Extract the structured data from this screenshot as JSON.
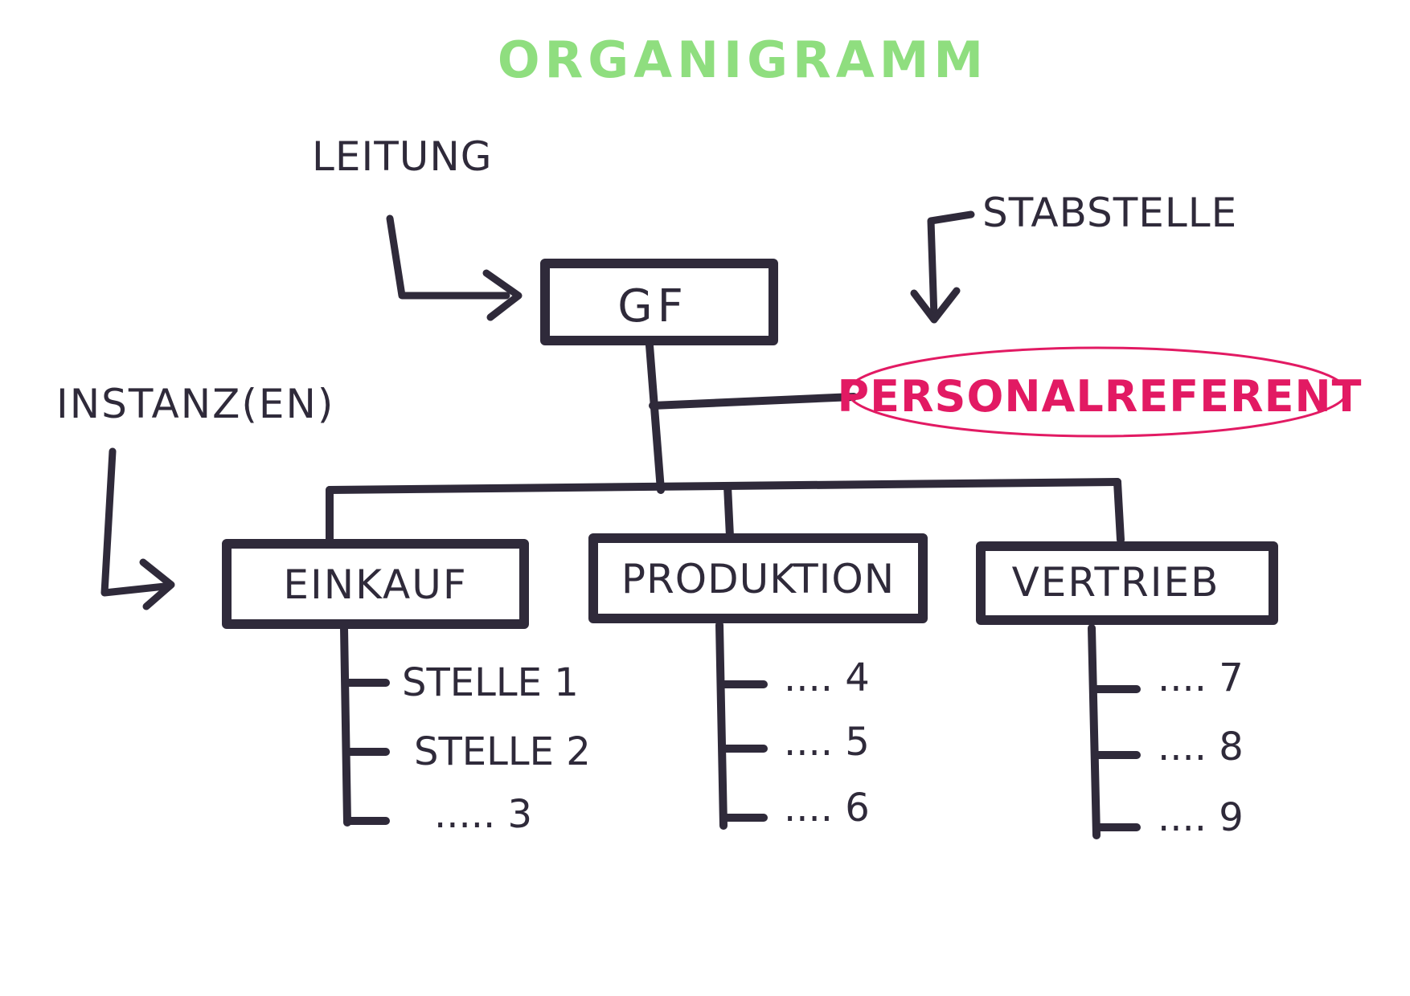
{
  "colors": {
    "ink": "#2f2a3a",
    "title": "#8fde7f",
    "staff": "#e21a63"
  },
  "title": "ORGANIGRAMM",
  "annotations": {
    "leitung": "LEITUNG",
    "stabstelle": "STABSTELLE",
    "instanzen": "INSTANZ(EN)"
  },
  "head": {
    "label": "GF"
  },
  "staff": {
    "label": "PERSONALREFERENT"
  },
  "departments": [
    {
      "label": "EINKAUF",
      "items": [
        "STELLE 1",
        "STELLE 2",
        "..... 3"
      ]
    },
    {
      "label": "PRODUKTION",
      "items": [
        ".... 4",
        ".... 5",
        ".... 6"
      ]
    },
    {
      "label": "VERTRIEB",
      "items": [
        ".... 7",
        ".... 8",
        ".... 9"
      ]
    }
  ]
}
